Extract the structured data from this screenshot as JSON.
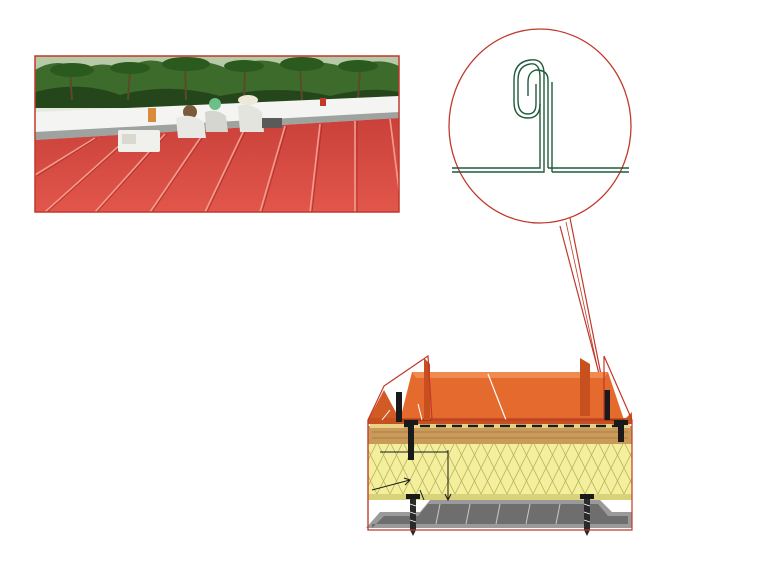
{
  "figure": {
    "photo": {
      "subject": "workers-installing-standing-seam-roof",
      "colors": {
        "roof": "#d9473f",
        "roof_dark": "#a8281f",
        "border": "#c0392b",
        "foliage": "#2f5a22",
        "sky": "#e6ece4"
      }
    },
    "detail": {
      "subject": "standing-seam-fold-magnified",
      "colors": {
        "outline": "#c0392b",
        "seam": "#1f5a3c"
      }
    },
    "section": {
      "subject": "roof-build-up-cross-section",
      "layers": [
        "standing-seam-panel",
        "timber-deck",
        "insulation",
        "steel-deck"
      ],
      "colors": {
        "panel": "#e56a2d",
        "panel_top": "#f08a4e",
        "deck": "#c99a5a",
        "insulation": "#f3ef9c",
        "insulation_lines": "#b8b25a",
        "steel": "#8a8a8a",
        "outline": "#c0392b"
      }
    }
  }
}
